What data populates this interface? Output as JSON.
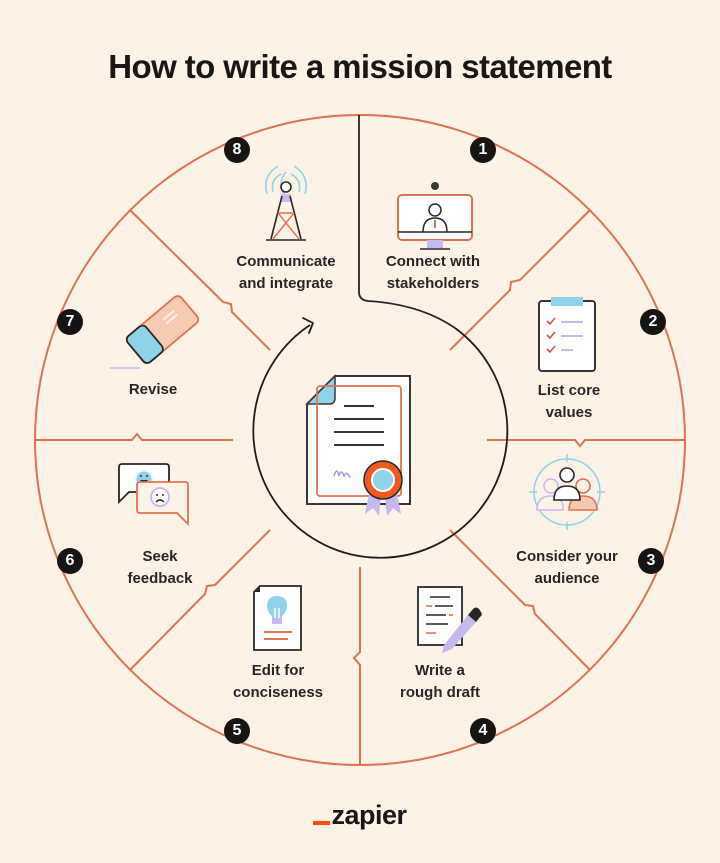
{
  "title": "How to write a mission statement",
  "colors": {
    "background": "#fdf2e6",
    "accent_orange": "#e0734f",
    "dark": "#171414",
    "light_blue": "#8fd3ea",
    "lavender": "#c6b8f0",
    "brand_orange": "#ff4f00"
  },
  "center": {
    "icon": "certificate-icon"
  },
  "steps": [
    {
      "number": "1",
      "label_line1": "Connect with",
      "label_line2": "stakeholders",
      "icon": "video-call-icon"
    },
    {
      "number": "2",
      "label_line1": "List core",
      "label_line2": "values",
      "icon": "clipboard-checklist-icon"
    },
    {
      "number": "3",
      "label_line1": "Consider your",
      "label_line2": "audience",
      "icon": "audience-target-icon"
    },
    {
      "number": "4",
      "label_line1": "Write a",
      "label_line2": "rough draft",
      "icon": "document-pen-icon"
    },
    {
      "number": "5",
      "label_line1": "Edit for",
      "label_line2": "conciseness",
      "icon": "document-lightbulb-icon"
    },
    {
      "number": "6",
      "label_line1": "Seek",
      "label_line2": "feedback",
      "icon": "feedback-bubbles-icon"
    },
    {
      "number": "7",
      "label_line1": "Revise",
      "label_line2": "",
      "icon": "eraser-icon"
    },
    {
      "number": "8",
      "label_line1": "Communicate",
      "label_line2": "and integrate",
      "icon": "broadcast-tower-icon"
    }
  ],
  "footer": {
    "logo_text": "zapier"
  }
}
